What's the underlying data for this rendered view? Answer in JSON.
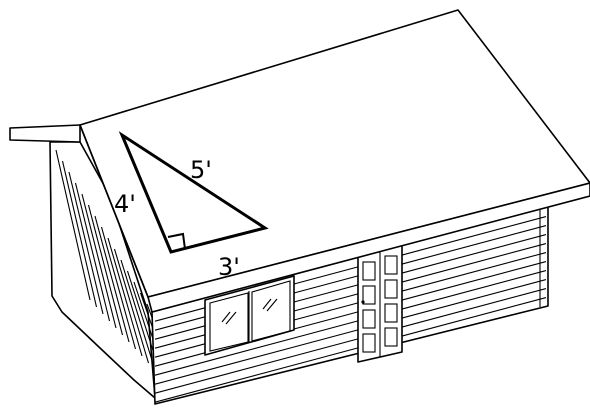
{
  "triangle": {
    "hypotenuse_label": "5'",
    "vertical_leg_label": "4'",
    "horizontal_leg_label": "3'",
    "right_angle": true
  },
  "colors": {
    "line": "#000000",
    "background": "#ffffff"
  }
}
